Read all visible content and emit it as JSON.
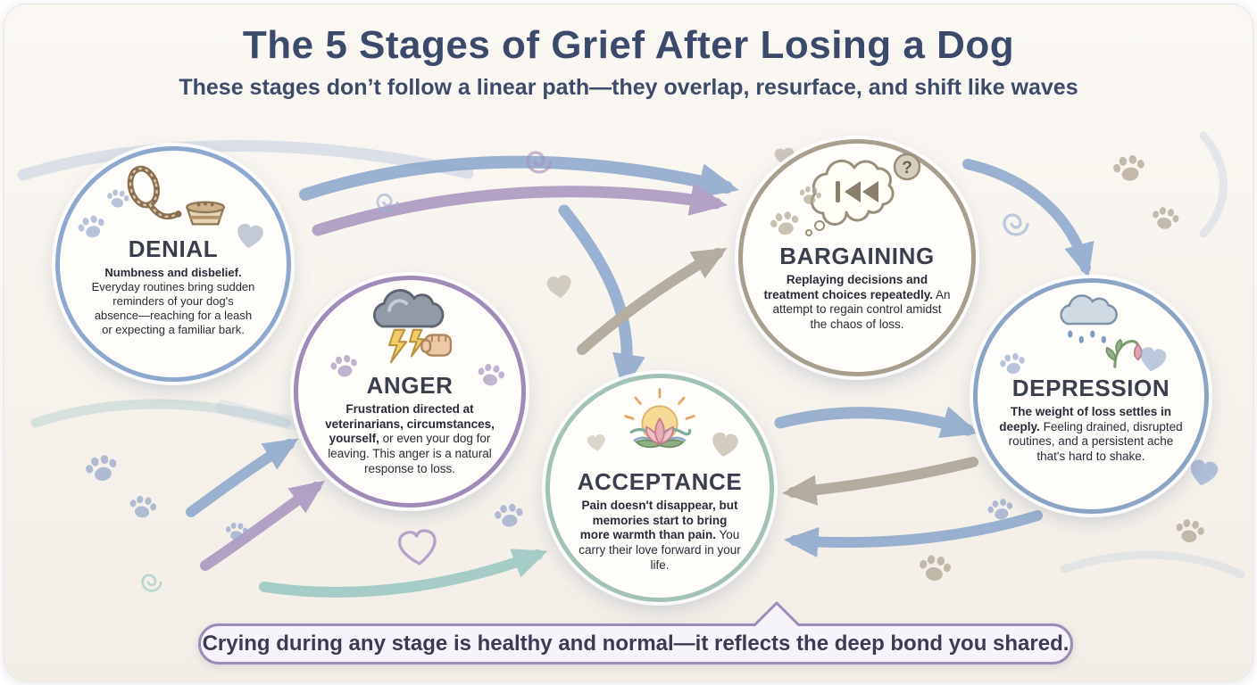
{
  "header": {
    "title": "The 5 Stages of Grief After Losing a Dog",
    "subtitle": "These stages don’t follow a linear path—they overlap, resurface, and shift like waves"
  },
  "stages": {
    "denial": {
      "name": "DENIAL",
      "lead": "Numbness and disbelief.",
      "rest": "Everyday routines bring sudden reminders of your dog's absence—reaching for a leash or expecting a familiar bark.",
      "icon": "leash-and-bowl-icon",
      "ring_color": "#8ea7cf"
    },
    "anger": {
      "name": "ANGER",
      "lead": "Frustration directed at veterinarians, circumstances, yourself,",
      "rest": "or even your dog for leaving. This anger is a natural response to loss.",
      "icon": "storm-cloud-lightning-fist-icon",
      "ring_color": "#9f8ab8"
    },
    "bargaining": {
      "name": "BARGAINING",
      "lead": "Replaying decisions and treatment choices repeatedly.",
      "rest": "An attempt to regain control amidst the chaos of loss.",
      "icon": "thought-bubble-rewind-icon",
      "question_mark": "?",
      "ring_color": "#a89e8d"
    },
    "acceptance": {
      "name": "ACCEPTANCE",
      "lead": "Pain doesn't disappear, but memories start to bring more warmth than pain.",
      "rest": "You carry their love forward in your life.",
      "icon": "sunrise-lotus-icon",
      "ring_color": "#a3c2b6"
    },
    "depression": {
      "name": "DEPRESSION",
      "lead": "The weight of loss settles in deeply.",
      "rest": "Feeling drained, disrupted routines, and a persistent ache that's hard to shake.",
      "icon": "rain-cloud-wilting-flower-icon",
      "ring_color": "#8ba3c4"
    }
  },
  "footer": {
    "note": "Crying during any stage is healthy and normal—it reflects the deep bond you shared."
  },
  "colors": {
    "title_text": "#3b4a6b",
    "arrow_blue": "#8ba6cc",
    "arrow_purple": "#a793bf",
    "arrow_taupe": "#aaa193",
    "arrow_teal": "#98c6c2",
    "banner_border": "#9c8cb8",
    "background": "#f7f3ed"
  }
}
